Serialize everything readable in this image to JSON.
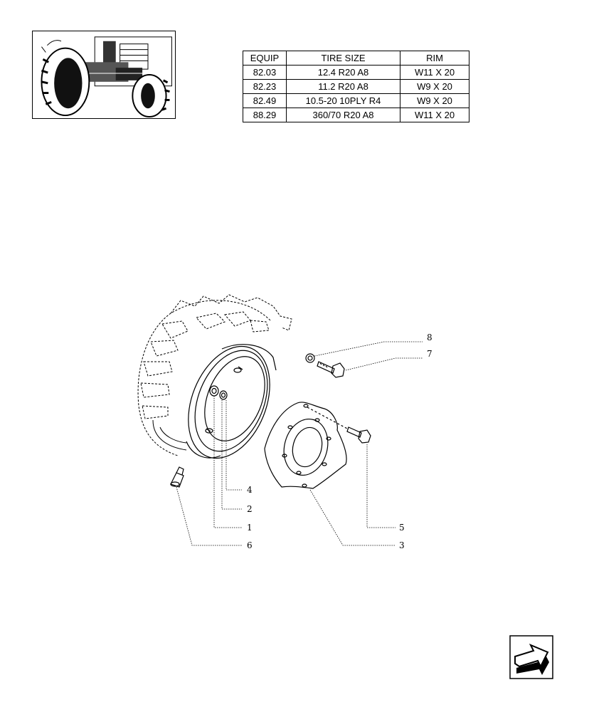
{
  "table": {
    "headers": [
      "EQUIP",
      "TIRE SIZE",
      "RIM"
    ],
    "rows": [
      [
        "82.03",
        "12.4 R20 A8",
        "W11 X 20"
      ],
      [
        "82.23",
        "11.2 R20 A8",
        "W9 X 20"
      ],
      [
        "82.49",
        "10.5-20 10PLY R4",
        "W9 X 20"
      ],
      [
        "88.29",
        "360/70 R20  A8",
        "W11 X 20"
      ]
    ]
  },
  "callouts": [
    "8",
    "7",
    "4",
    "2",
    "1",
    "6",
    "5",
    "3"
  ],
  "icons": {
    "thumbnail": "tractor-front-view-icon",
    "next_page": "next-page-arrow-icon"
  }
}
